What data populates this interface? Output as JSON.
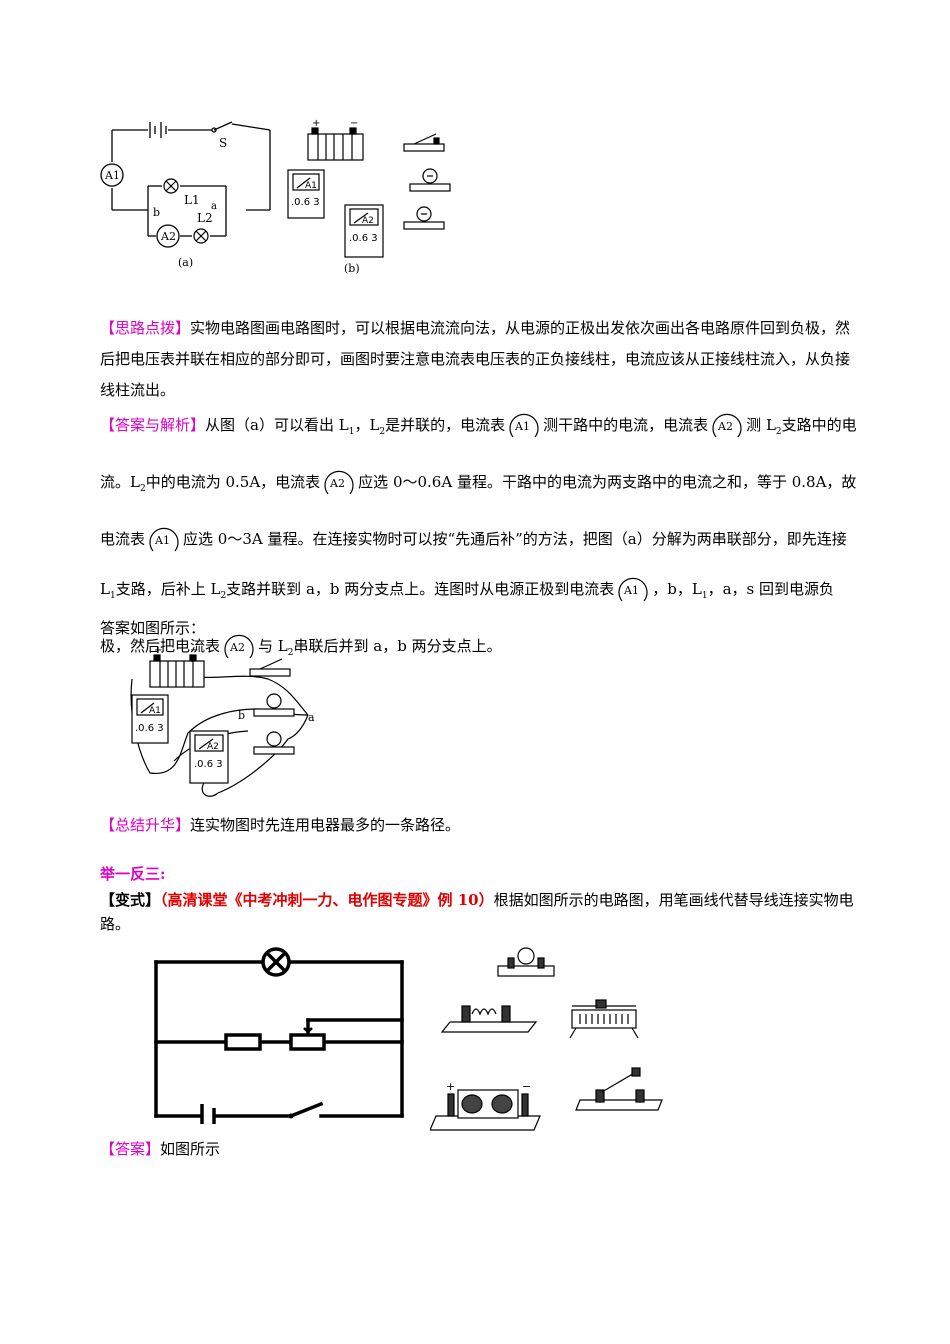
{
  "fig1": {
    "switch_label": "S",
    "a1": "A1",
    "a2": "A2",
    "l1": "L1",
    "l2": "L2",
    "node_a": "a",
    "node_b": "b",
    "caption_a": "(a)",
    "caption_b": "(b)",
    "plus": "+",
    "minus": "−",
    "meter_scale": ".0.6 3",
    "meter_a1": "A1",
    "meter_a2": "A2"
  },
  "sections": {
    "silu_tag": "【思路点拨】",
    "silu_text": "实物电路图画电路图时，可以根据电流流向法，从电源的正极出发依次画出各电路原件回到负极，然后把电压表并联在相应的部分即可，画图时要注意电流表电压表的正负接线柱，电流应该从正接线柱流入，从负接线柱流出。",
    "answer_tag": "【答案与解析】",
    "ans_p1": "从图（a）可以看出 L",
    "ans_p2": "，L",
    "ans_p3": "是并联的，电流表",
    "ans_p4": "测干路中的电流，电流表",
    "ans_p5": "测 L",
    "ans_p6": "支路中的电流。L",
    "ans_p7": "中的电流为 0.5A，电流表",
    "ans_p8": "应选 0～0.6A 量程。干路中的电流为两支路中的电流之和，等于 0.8A，故电流表",
    "ans_p9": "应选 0～3A 量程。在连接实物时可以按“先通后补”的方法，把图（a）分解为两串联部分，即先连接 L",
    "ans_p10": "支路，后补上 L",
    "ans_p11": "支路并联到 a，b 两分支点上。连图时从电源正极到电流表",
    "ans_p12": "，b，L",
    "ans_p13": "，a，s 回到电源负极，然后把电流表",
    "ans_p14": "与 L",
    "ans_p15": "串联后并到 a，b 两分支点上。",
    "ans_last": "答案如图所示：",
    "sub1": "1",
    "sub2": "2",
    "summary_tag": "【总结升华】",
    "summary_text": "连实物图时先连用电器最多的一条路径。",
    "practice_title": "举一反三:",
    "variant_tag": "【变式】",
    "variant_source": "（高清课堂《中考冲刺一力、电作图专题》例 10）",
    "variant_text": "根据如图所示的电路图，用笔画线代替导线连接实物电路。",
    "final_tag": "【答案】",
    "final_text": "如图所示"
  },
  "fig2": {
    "node_a": "a",
    "node_b": "b",
    "plus": "+",
    "minus": "−",
    "meter_a1": "A1",
    "meter_a2": "A2",
    "meter_scale": ".0.6 3"
  },
  "fig3": {
    "plus": "+",
    "minus": "−"
  },
  "meter_labels": {
    "a1": "A1",
    "a2": "A2"
  }
}
